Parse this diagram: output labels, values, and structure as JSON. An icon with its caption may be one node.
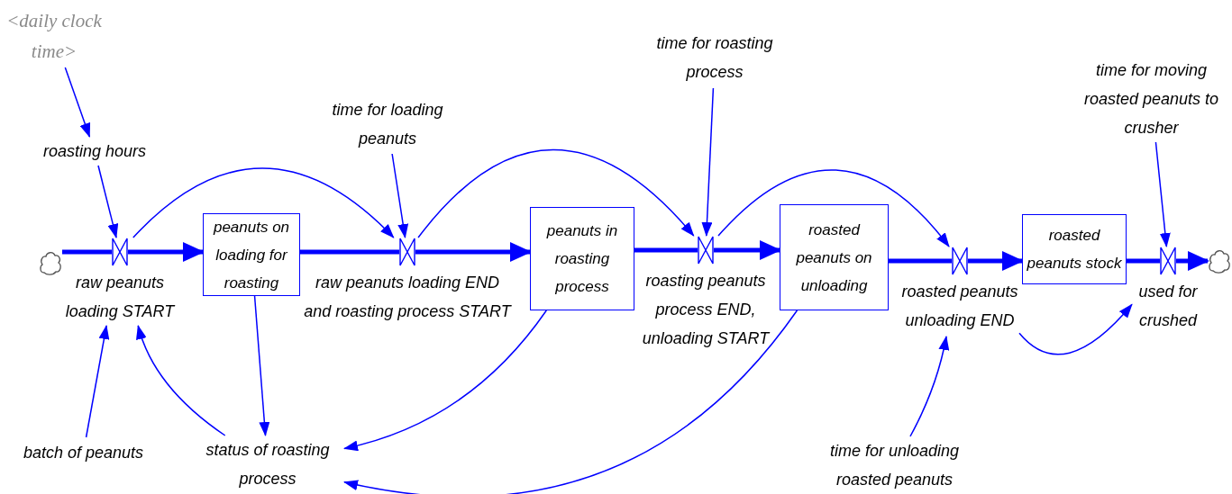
{
  "diagram": {
    "nodes": [
      {
        "text": [
          "<daily clock time>"
        ]
      },
      {
        "text": [
          "roasting hours"
        ]
      },
      {
        "text": [],
        "shape": "cloud"
      },
      {
        "text": [
          "raw peanuts loading START"
        ]
      },
      {
        "text": [
          "peanuts on loading for roasting"
        ]
      },
      {
        "text": [
          "time for loading peanuts"
        ]
      },
      {
        "text": [
          "raw peanuts loading END and roasting process START"
        ]
      },
      {
        "text": [
          "peanuts in roasting process"
        ]
      },
      {
        "text": [
          "time for roasting process"
        ]
      },
      {
        "text": [
          "roasting peanuts process END, unloading START"
        ]
      },
      {
        "text": [
          "roasted peanuts on unloading"
        ]
      },
      {
        "text": [
          "roasted peanuts unloading END"
        ]
      },
      {
        "text": [
          "roasted peanuts stock"
        ]
      },
      {
        "text": [
          "time for moving roasted peanuts to crusher"
        ]
      },
      {
        "text": [
          "used for crushed"
        ]
      },
      {
        "text": [],
        "shape": "cloud"
      },
      {
        "text": [
          "batch of peanuts"
        ]
      },
      {
        "text": [
          "status of roasting process"
        ]
      },
      {
        "text": [
          "time for unloading roasted peanuts"
        ]
      }
    ],
    "edges": [
      {
        "from": 0,
        "to": 1,
        "arrow": "to"
      },
      {
        "from": 1,
        "to": 3,
        "arrow": "to"
      },
      {
        "from": 2,
        "to": 3,
        "arrow": "none",
        "style": "thick"
      },
      {
        "from": 3,
        "to": 4,
        "arrow": "to",
        "style": "thick"
      },
      {
        "from": 4,
        "to": 6,
        "arrow": "none",
        "style": "thick"
      },
      {
        "from": 6,
        "to": 7,
        "arrow": "to",
        "style": "thick"
      },
      {
        "from": 7,
        "to": 9,
        "arrow": "none",
        "style": "thick"
      },
      {
        "from": 9,
        "to": 10,
        "arrow": "to",
        "style": "thick"
      },
      {
        "from": 10,
        "to": 11,
        "arrow": "none",
        "style": "thick"
      },
      {
        "from": 11,
        "to": 12,
        "arrow": "to",
        "style": "thick"
      },
      {
        "from": 12,
        "to": 14,
        "arrow": "none",
        "style": "thick"
      },
      {
        "from": 14,
        "to": 15,
        "arrow": "to",
        "style": "thick"
      },
      {
        "from": 3,
        "to": 6,
        "arrow": "to"
      },
      {
        "from": 5,
        "to": 6,
        "arrow": "to"
      },
      {
        "from": 6,
        "to": 9,
        "arrow": "to"
      },
      {
        "from": 8,
        "to": 9,
        "arrow": "to"
      },
      {
        "from": 9,
        "to": 11,
        "arrow": "to"
      },
      {
        "from": 13,
        "to": 14,
        "arrow": "to"
      },
      {
        "from": 11,
        "to": 14,
        "arrow": "to"
      },
      {
        "from": 16,
        "to": 3,
        "arrow": "to"
      },
      {
        "from": 17,
        "to": 3,
        "arrow": "to"
      },
      {
        "from": 4,
        "to": 17,
        "arrow": "to"
      },
      {
        "from": 7,
        "to": 17,
        "arrow": "to"
      },
      {
        "from": 10,
        "to": 17,
        "arrow": "to"
      },
      {
        "from": 18,
        "to": 11,
        "arrow": "to"
      }
    ]
  }
}
